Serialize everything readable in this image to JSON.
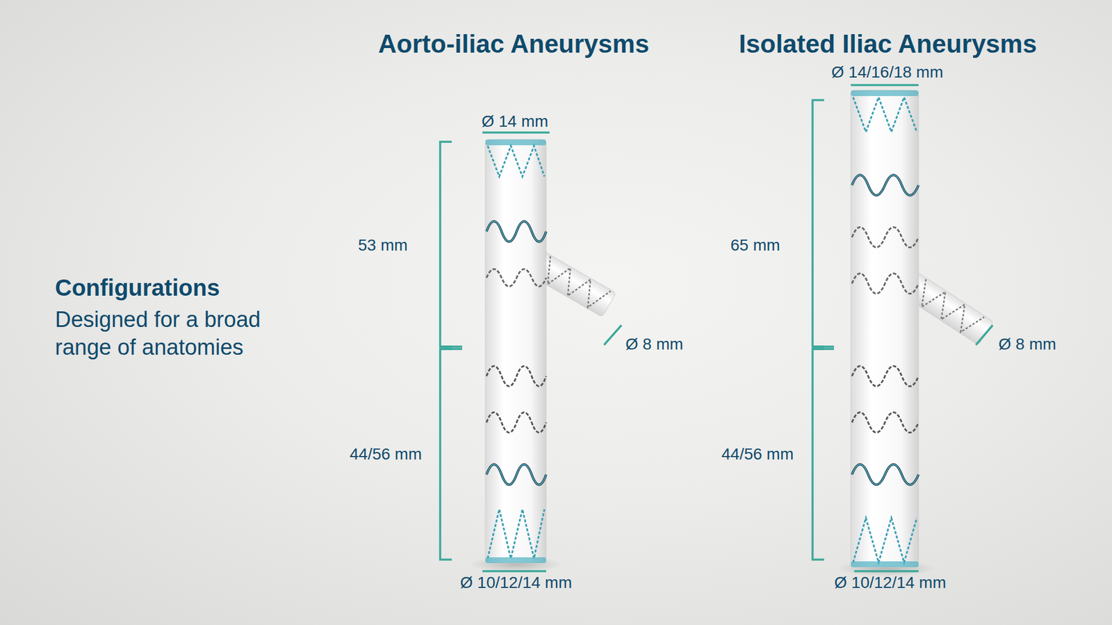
{
  "diagram": {
    "title": "Configurations",
    "labels": [
      "Designed for a broad range of anatomies",
      "Aorto-iliac Aneurysms",
      "Isolated Iliac Aneurysms",
      "Ø 14/16/18 mm",
      "Ø 14 mm",
      "53 mm",
      "65 mm",
      "Ø 8 mm",
      "Ø 8 mm",
      "44/56 mm",
      "44/56 mm",
      "Ø 10/12/14 mm",
      "Ø 10/12/14 mm"
    ]
  }
}
